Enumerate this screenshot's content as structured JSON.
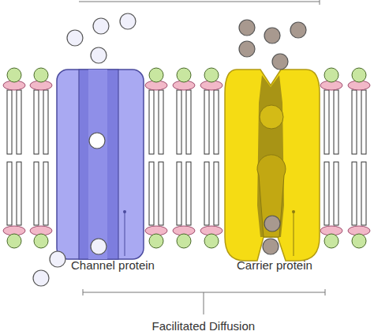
{
  "diagram": {
    "labels": [
      "Channel protein",
      "Carrier protein",
      "Facilitated Diffusion"
    ]
  }
}
